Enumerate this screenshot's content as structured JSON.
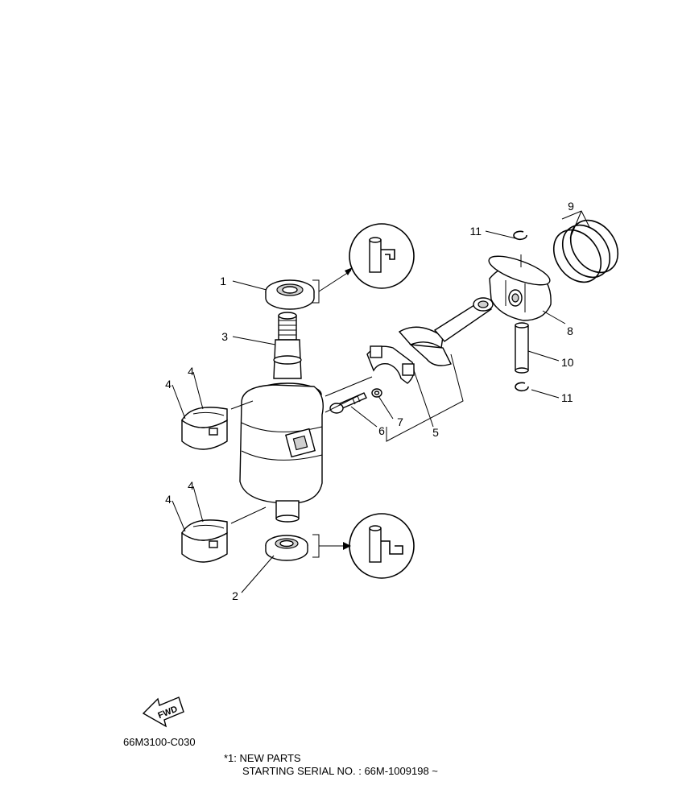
{
  "callouts": {
    "c1": "1",
    "c2": "2",
    "c3": "3",
    "c4a": "4",
    "c4b": "4",
    "c4c": "4",
    "c4d": "4",
    "c5": "5",
    "c6": "6",
    "c7": "7",
    "c8": "8",
    "c9": "9",
    "c10": "10",
    "c11a": "11",
    "c11b": "11"
  },
  "fwd_label": "FWD",
  "diagram_code": "66M3100-C030",
  "footnote": {
    "line1": "*1: NEW PARTS",
    "line2": "STARTING SERIAL NO. : 66M-1009198 ~"
  },
  "parts_named": [
    "oil-seal-upper",
    "oil-seal-lower",
    "crankshaft",
    "crankshaft-bearing",
    "connecting-rod",
    "rod-bolt",
    "washer",
    "piston",
    "piston-ring-set",
    "piston-pin",
    "piston-pin-clip",
    "grease-detail-icon",
    "fwd-arrow-icon"
  ]
}
